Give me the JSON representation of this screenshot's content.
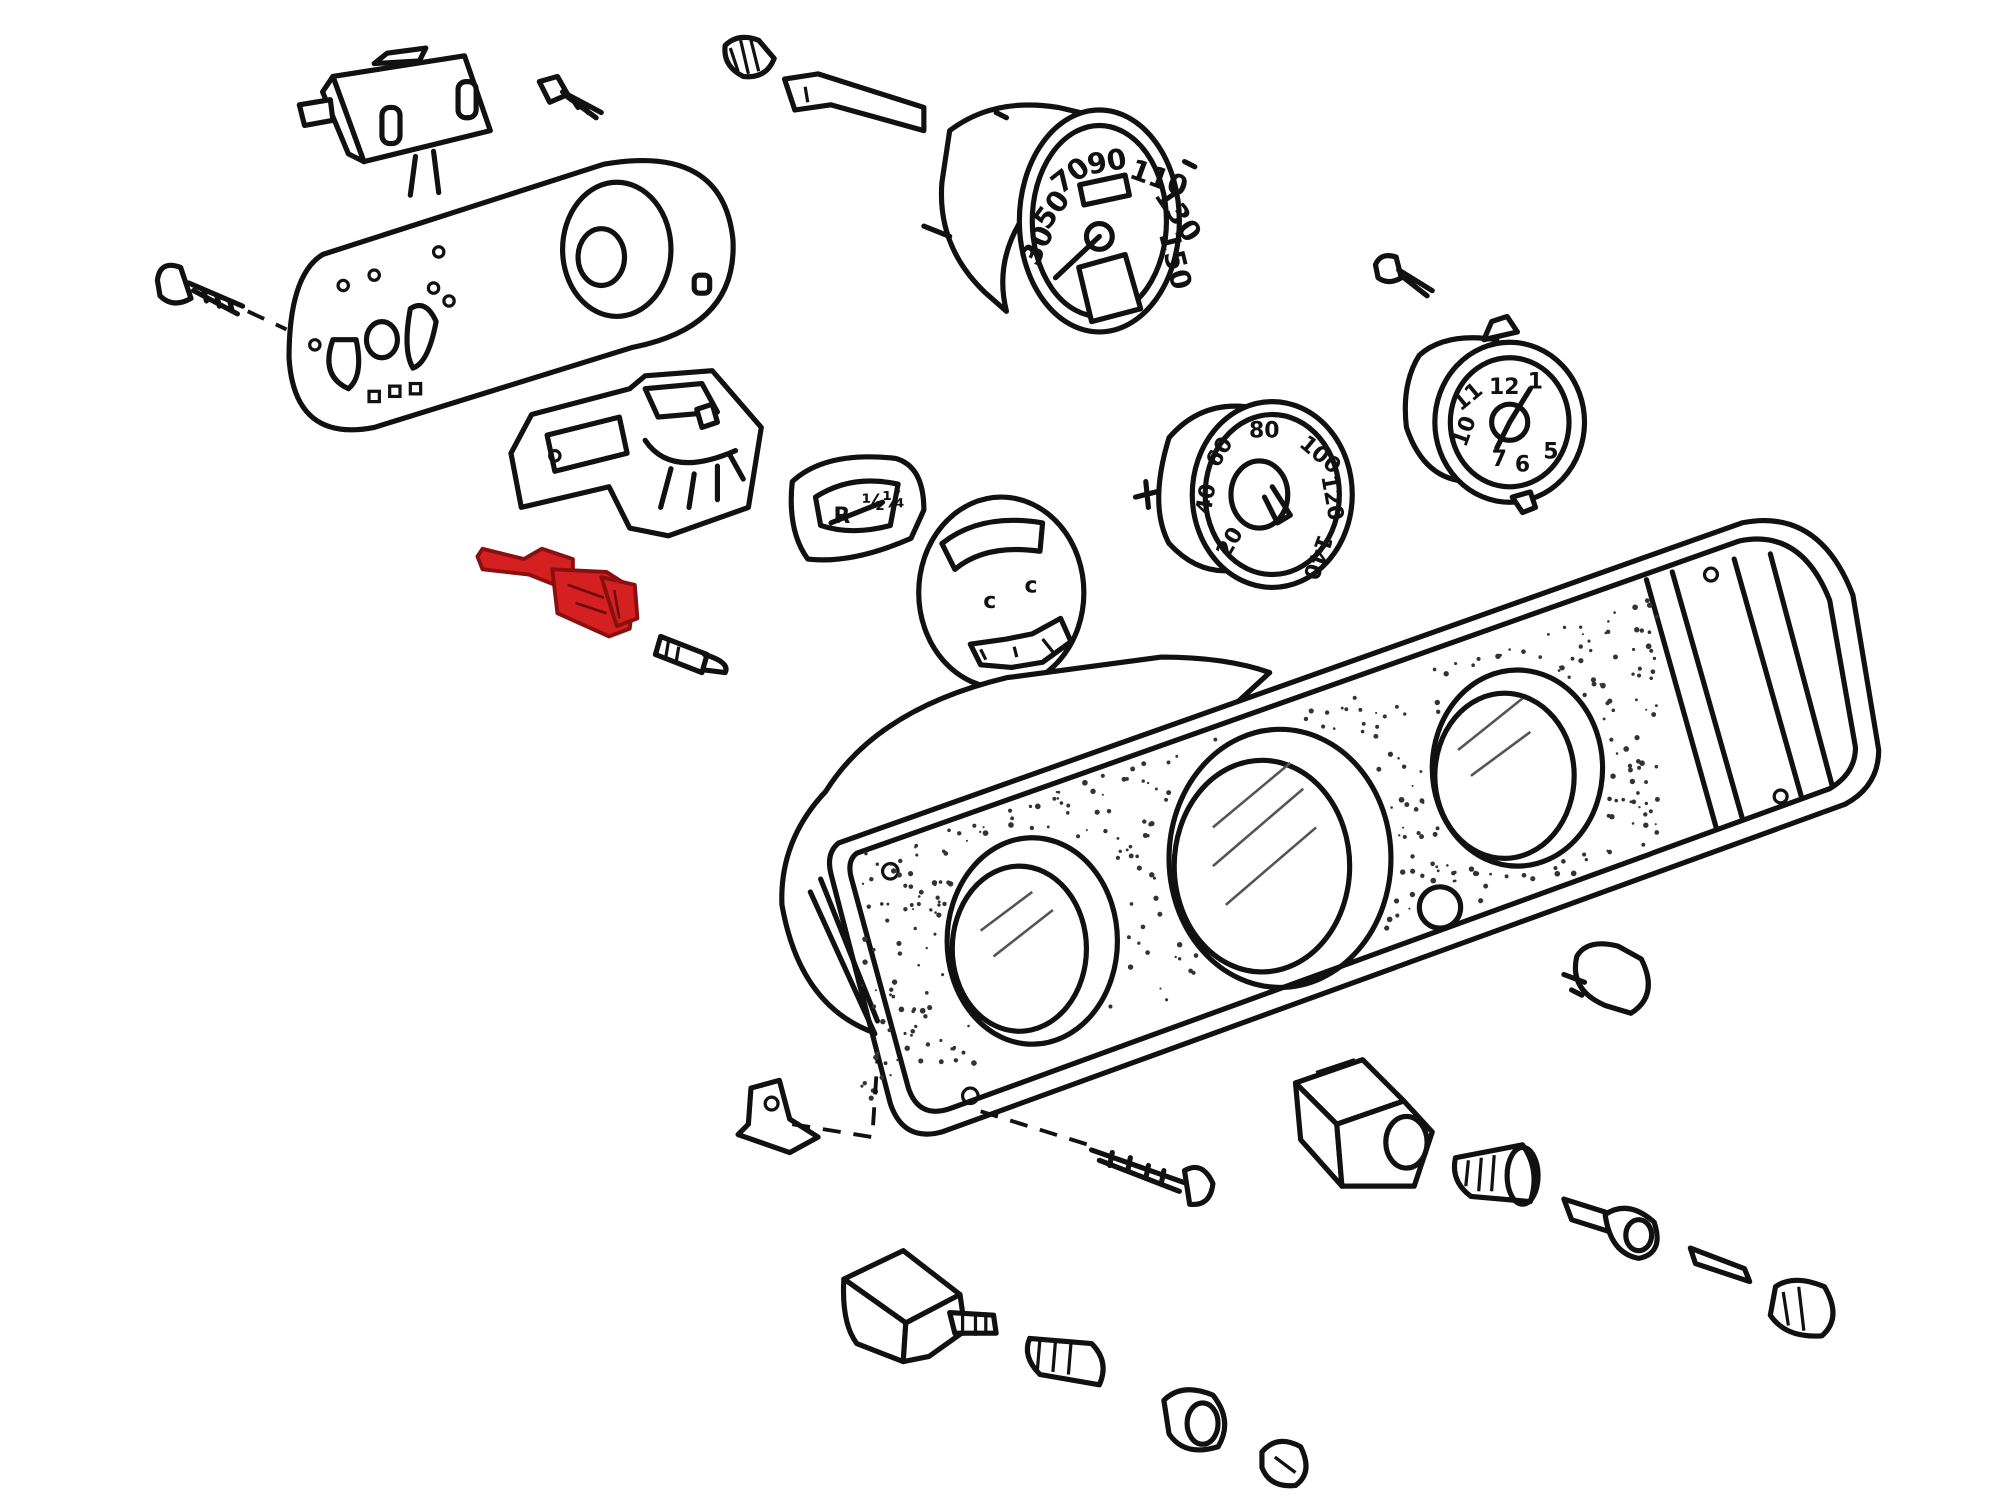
{
  "colors": {
    "line": "#111111",
    "background": "#ffffff",
    "highlight": "#d42020"
  },
  "highlighted_part": "warning-light-bulb-socket",
  "speedometer": {
    "dial_numbers": [
      "30",
      "50",
      "70",
      "90",
      "110",
      "130",
      "150"
    ]
  },
  "tachometer": {
    "dial_numbers": [
      "20",
      "40",
      "60",
      "80",
      "100",
      "120",
      "140"
    ]
  },
  "clock": {
    "dial_numbers": [
      "12",
      "1",
      "11",
      "10",
      "5",
      "6",
      "7"
    ]
  },
  "fuel_gauge": {
    "marks": [
      "R",
      "½",
      "¼"
    ]
  }
}
